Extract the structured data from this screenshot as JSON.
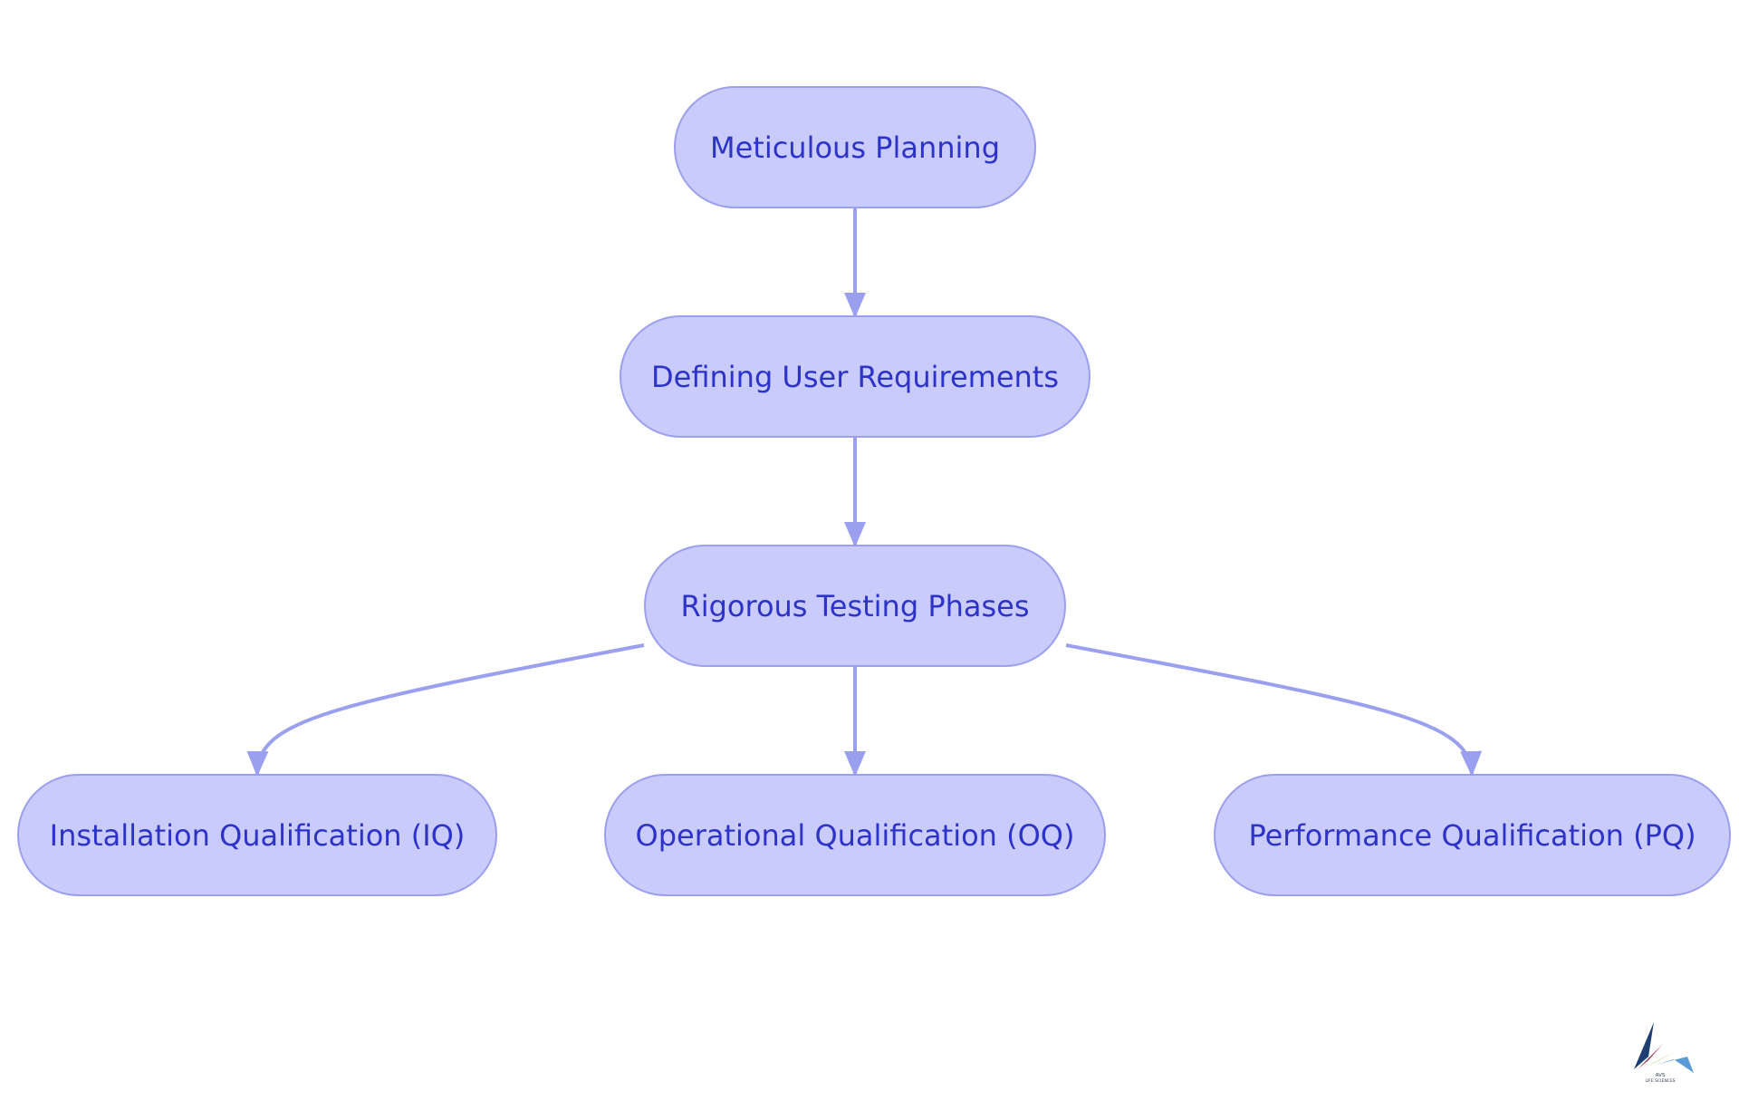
{
  "colors": {
    "node_fill": "#C9CBFB",
    "node_border": "#9A9FEF",
    "node_text": "#2D33C9",
    "edge": "#9A9FEF",
    "background": "#FFFFFF"
  },
  "nodes": {
    "planning": "Meticulous Planning",
    "requirements": "Defining User Requirements",
    "testing": "Rigorous Testing Phases",
    "iq": "Installation Qualification (IQ)",
    "oq": "Operational Qualification (OQ)",
    "pq": "Performance Qualification (PQ)"
  },
  "edges": [
    {
      "from": "planning",
      "to": "requirements"
    },
    {
      "from": "requirements",
      "to": "testing"
    },
    {
      "from": "testing",
      "to": "iq"
    },
    {
      "from": "testing",
      "to": "oq"
    },
    {
      "from": "testing",
      "to": "pq"
    }
  ],
  "logo": {
    "text_line1": "AVS",
    "text_line2": "LIFE SCIENCES"
  }
}
